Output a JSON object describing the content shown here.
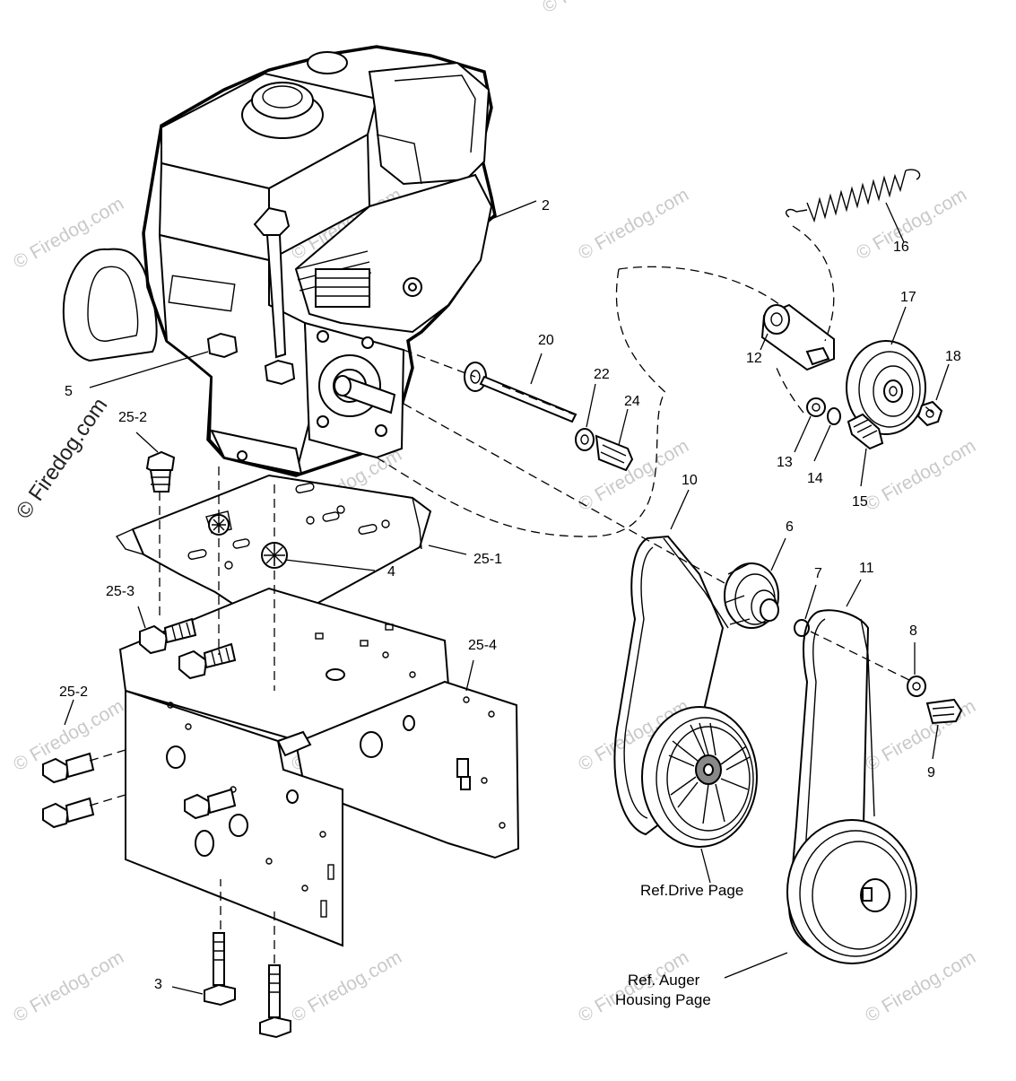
{
  "callouts": {
    "c2": "2",
    "c3": "3",
    "c4": "4",
    "c5": "5",
    "c6": "6",
    "c7": "7",
    "c8": "8",
    "c9": "9",
    "c10": "10",
    "c11": "11",
    "c12": "12",
    "c13": "13",
    "c14": "14",
    "c15": "15",
    "c16": "16",
    "c17": "17",
    "c18": "18",
    "c20": "20",
    "c22": "22",
    "c24": "24",
    "c25_1": "25-1",
    "c25_2a": "25-2",
    "c25_2b": "25-2",
    "c25_3": "25-3",
    "c25_4": "25-4"
  },
  "references": {
    "drive_page": "Ref.Drive Page",
    "auger_line1": "Ref. Auger",
    "auger_line2": "Housing Page"
  },
  "watermark": {
    "text": "© Firedog.com"
  }
}
